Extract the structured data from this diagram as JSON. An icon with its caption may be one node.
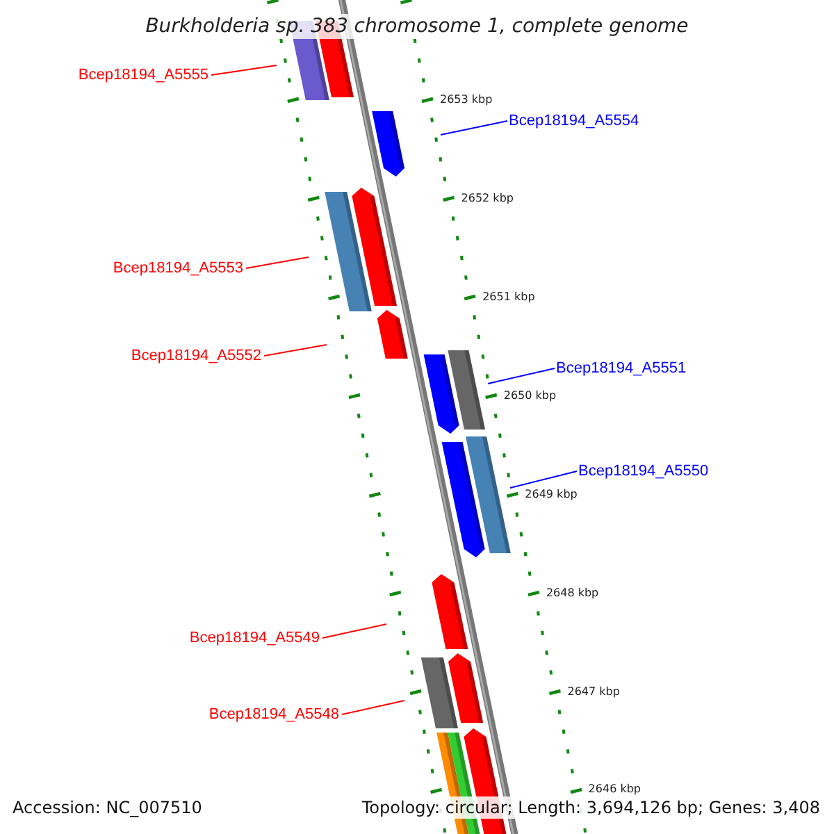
{
  "diagram": {
    "title": "Burkholderia sp. 383 chromosome 1, complete genome",
    "nodes": [
      {
        "text": [
          "Bcep18194_A5555"
        ]
      },
      {
        "text": [
          "Bcep18194_A5554"
        ]
      },
      {
        "text": [
          "Bcep18194_A5553"
        ]
      },
      {
        "text": [
          "Bcep18194_A5552"
        ]
      },
      {
        "text": [
          "Bcep18194_A5551"
        ]
      },
      {
        "text": [
          "Bcep18194_A5550"
        ]
      },
      {
        "text": [
          "Bcep18194_A5549"
        ]
      },
      {
        "text": [
          "Bcep18194_A5548"
        ]
      }
    ],
    "edges": [
      {
        "from": 0,
        "to": null,
        "arrow": "none"
      },
      {
        "from": 1,
        "to": null,
        "arrow": "none",
        "color": "#0000ff"
      },
      {
        "from": 2,
        "to": null,
        "arrow": "none"
      },
      {
        "from": 3,
        "to": null,
        "arrow": "none"
      },
      {
        "from": 4,
        "to": null,
        "arrow": "none",
        "color": "#0000ff"
      },
      {
        "from": 5,
        "to": null,
        "arrow": "none",
        "color": "#0000ff"
      },
      {
        "from": 6,
        "to": null,
        "arrow": "none"
      },
      {
        "from": 7,
        "to": null,
        "arrow": "none"
      }
    ],
    "labels": [
      "2653 kbp",
      "2652 kbp",
      "2651 kbp",
      "2650 kbp",
      "2649 kbp",
      "2648 kbp",
      "2647 kbp",
      "2646 kbp",
      "Accession: NC_007510",
      "Topology: circular; Length: 3,694,126 bp; Genes: 3,408"
    ]
  }
}
